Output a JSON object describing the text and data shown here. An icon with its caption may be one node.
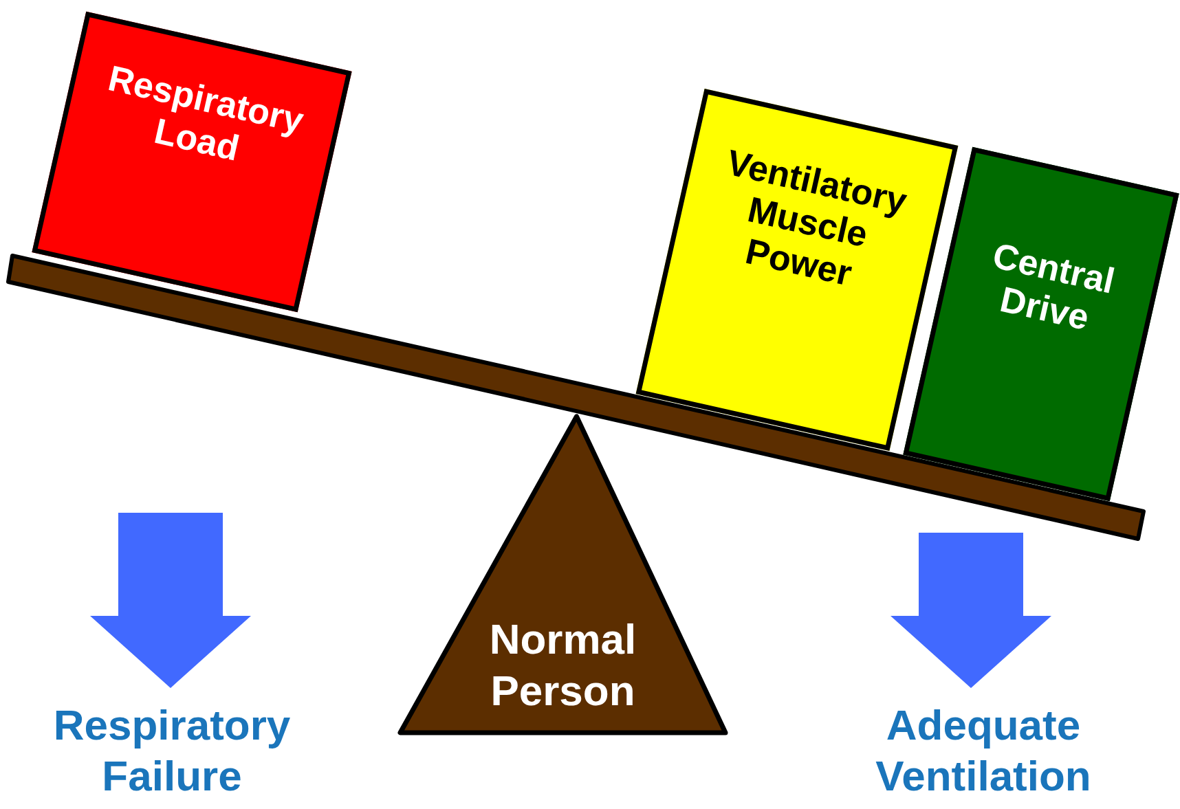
{
  "diagram": {
    "nodes": [
      {
        "text": [
          "Respiratory Load"
        ]
      },
      {
        "text": [
          "Ventilatory Muscle Power"
        ]
      },
      {
        "text": [
          "Central Drive"
        ]
      },
      {
        "text": [
          "Normal Person"
        ]
      },
      {
        "text": [
          "Respiratory Failure"
        ]
      },
      {
        "text": [
          "Adequate Ventilation"
        ]
      }
    ],
    "edges": [
      {
        "from": null,
        "to": 4,
        "arrow": "to"
      },
      {
        "from": null,
        "to": 5,
        "arrow": "to"
      }
    ]
  }
}
